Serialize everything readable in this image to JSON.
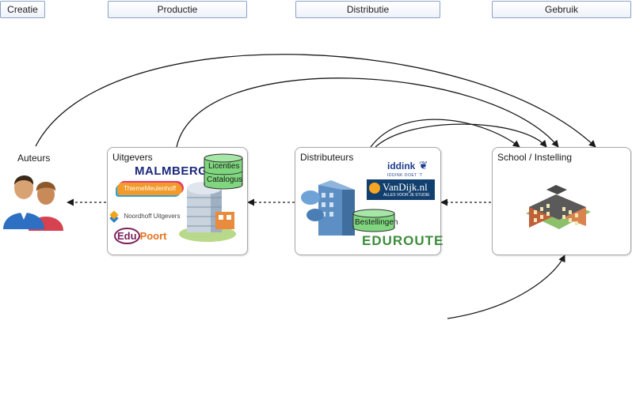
{
  "phases": {
    "creatie": "Creatie",
    "productie": "Productie",
    "distributie": "Distributie",
    "gebruik": "Gebruik"
  },
  "nodes": {
    "auteurs": "Auteurs",
    "uitgevers": "Uitgevers",
    "distributeurs": "Distributeurs",
    "school": "School / Instelling"
  },
  "uitgevers_logos": {
    "malmberg": "MALMBERG",
    "thieme": "ThiemeMeulenhoff",
    "noordhoff": "Noordhoff Uitgevers",
    "edupoort_a": "Edu",
    "edupoort_b": "Poort"
  },
  "uitgevers_db": {
    "licenties": "Licenties",
    "catalogus": "Catalogus"
  },
  "distributeurs_logos": {
    "iddink": "iddink",
    "iddink_tag": "IDDINK DOET 'T",
    "vandijk": "VanDijk.nl",
    "vandijk_tag": "ALLES VOOR JE STUDIE",
    "eduroute": "EDUROUTE"
  },
  "distributeurs_db": {
    "bestellingen": "Bestellingen"
  },
  "colors": {
    "phase_border": "#8aa2c8",
    "malmberg_blue": "#1b2a7a",
    "thieme_orange": "#e8731c",
    "edupoort_purple": "#7a1f5c",
    "iddink_blue": "#1d3c8f",
    "vandijk_blue": "#12406e",
    "eduroute_green": "#3c8d3c",
    "db_green": "#7fd67f"
  }
}
